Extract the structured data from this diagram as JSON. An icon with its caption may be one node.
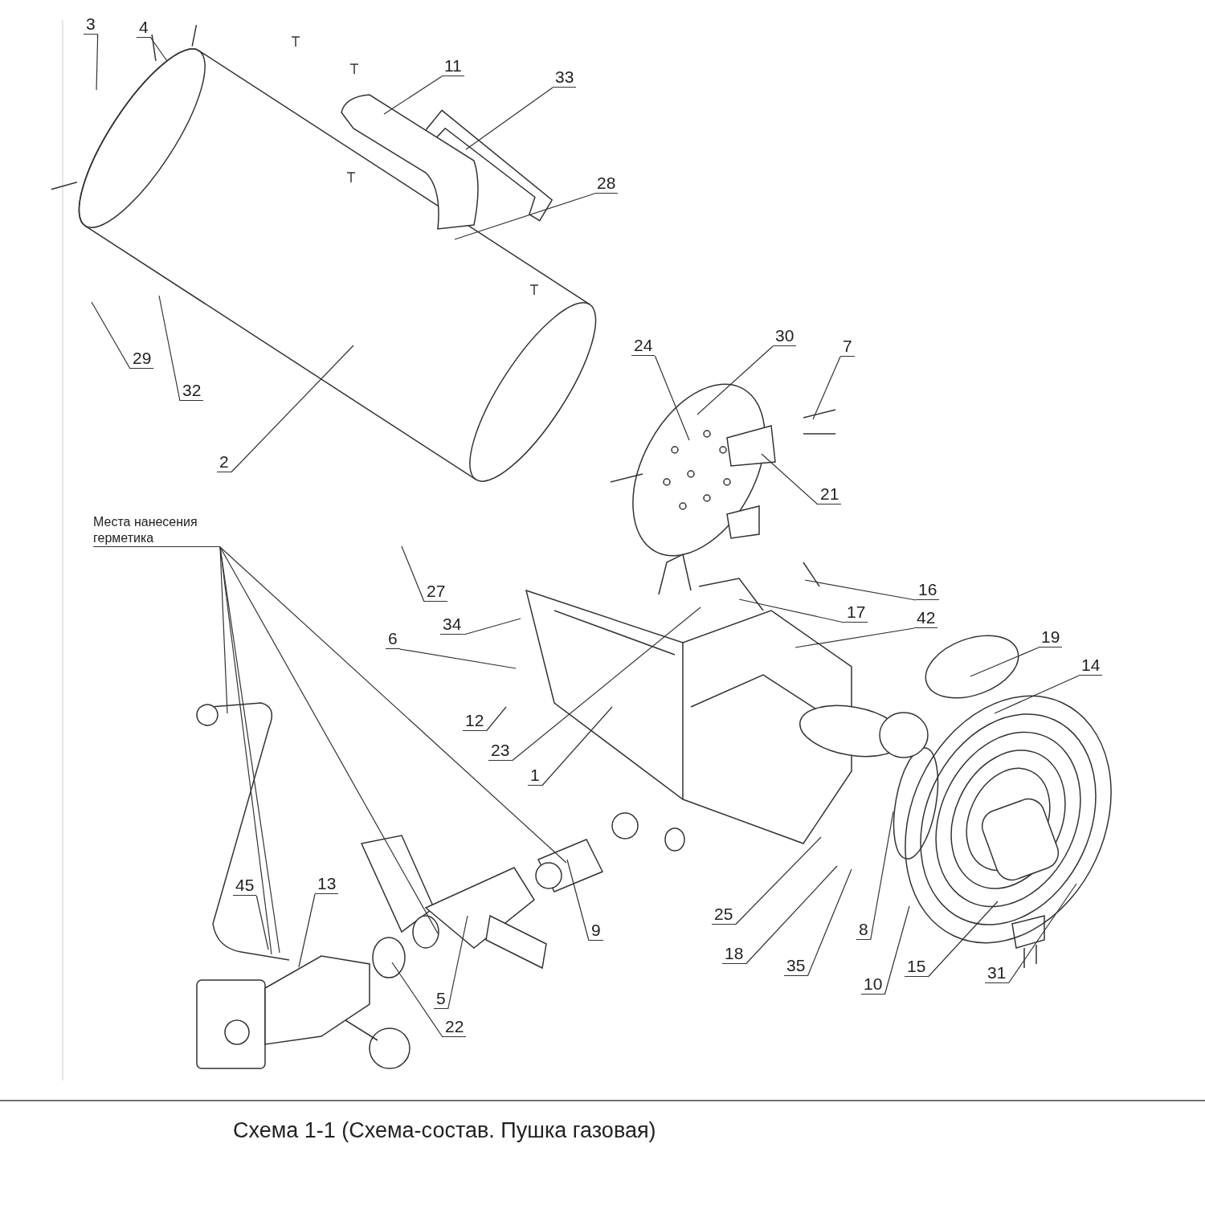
{
  "diagram": {
    "caption": "Схема 1-1 (Схема-состав. Пушка газовая)",
    "nodes": [
      {
        "text": [
          "Места нанесения герметика"
        ]
      },
      {
        "text": [
          "3"
        ]
      },
      {
        "text": [
          "4"
        ]
      },
      {
        "text": [
          "11"
        ]
      },
      {
        "text": [
          "33"
        ]
      },
      {
        "text": [
          "28"
        ]
      },
      {
        "text": [
          "24"
        ]
      },
      {
        "text": [
          "30"
        ]
      },
      {
        "text": [
          "7"
        ]
      },
      {
        "text": [
          "29"
        ]
      },
      {
        "text": [
          "32"
        ]
      },
      {
        "text": [
          "2"
        ]
      },
      {
        "text": [
          "21"
        ]
      },
      {
        "text": [
          "16"
        ]
      },
      {
        "text": [
          "27"
        ]
      },
      {
        "text": [
          "17"
        ]
      },
      {
        "text": [
          "42"
        ]
      },
      {
        "text": [
          "34"
        ]
      },
      {
        "text": [
          "6"
        ]
      },
      {
        "text": [
          "19"
        ]
      },
      {
        "text": [
          "14"
        ]
      },
      {
        "text": [
          "12"
        ]
      },
      {
        "text": [
          "23"
        ]
      },
      {
        "text": [
          "1"
        ]
      },
      {
        "text": [
          "45"
        ]
      },
      {
        "text": [
          "13"
        ]
      },
      {
        "text": [
          "25"
        ]
      },
      {
        "text": [
          "9"
        ]
      },
      {
        "text": [
          "8"
        ]
      },
      {
        "text": [
          "18"
        ]
      },
      {
        "text": [
          "35"
        ]
      },
      {
        "text": [
          "15"
        ]
      },
      {
        "text": [
          "31"
        ]
      },
      {
        "text": [
          "10"
        ]
      },
      {
        "text": [
          "5"
        ]
      },
      {
        "text": [
          "22"
        ]
      }
    ],
    "edges": [
      {
        "from": 0,
        "to": null,
        "arrow": "none"
      },
      {
        "from": 0,
        "to": null,
        "arrow": "none"
      },
      {
        "from": 0,
        "to": null,
        "arrow": "none"
      },
      {
        "from": 0,
        "to": null,
        "arrow": "none"
      },
      {
        "from": 0,
        "to": null,
        "arrow": "none"
      },
      {
        "from": 1,
        "to": null,
        "arrow": "none"
      },
      {
        "from": 2,
        "to": null,
        "arrow": "none"
      },
      {
        "from": 3,
        "to": null,
        "arrow": "none"
      },
      {
        "from": 4,
        "to": null,
        "arrow": "none"
      },
      {
        "from": 5,
        "to": null,
        "arrow": "none"
      },
      {
        "from": 6,
        "to": null,
        "arrow": "none"
      },
      {
        "from": 7,
        "to": null,
        "arrow": "none"
      },
      {
        "from": 8,
        "to": null,
        "arrow": "none"
      },
      {
        "from": 9,
        "to": null,
        "arrow": "none"
      },
      {
        "from": 10,
        "to": null,
        "arrow": "none"
      },
      {
        "from": 11,
        "to": null,
        "arrow": "none"
      },
      {
        "from": 12,
        "to": null,
        "arrow": "none"
      },
      {
        "from": 13,
        "to": null,
        "arrow": "none"
      },
      {
        "from": 14,
        "to": null,
        "arrow": "none"
      },
      {
        "from": 15,
        "to": null,
        "arrow": "none"
      },
      {
        "from": 16,
        "to": null,
        "arrow": "none"
      },
      {
        "from": 17,
        "to": null,
        "arrow": "none"
      },
      {
        "from": 18,
        "to": null,
        "arrow": "none"
      },
      {
        "from": 19,
        "to": null,
        "arrow": "none"
      },
      {
        "from": 20,
        "to": null,
        "arrow": "none"
      },
      {
        "from": 21,
        "to": null,
        "arrow": "none"
      },
      {
        "from": 22,
        "to": null,
        "arrow": "none"
      },
      {
        "from": 23,
        "to": null,
        "arrow": "none"
      },
      {
        "from": 24,
        "to": null,
        "arrow": "none"
      },
      {
        "from": 25,
        "to": null,
        "arrow": "none"
      },
      {
        "from": 26,
        "to": null,
        "arrow": "none"
      },
      {
        "from": 27,
        "to": null,
        "arrow": "none"
      },
      {
        "from": 28,
        "to": null,
        "arrow": "none"
      },
      {
        "from": 29,
        "to": null,
        "arrow": "none"
      },
      {
        "from": 30,
        "to": null,
        "arrow": "none"
      },
      {
        "from": 31,
        "to": null,
        "arrow": "none"
      },
      {
        "from": 32,
        "to": null,
        "arrow": "none"
      },
      {
        "from": 33,
        "to": null,
        "arrow": "none"
      },
      {
        "from": 34,
        "to": null,
        "arrow": "none"
      },
      {
        "from": 35,
        "to": null,
        "arrow": "none"
      }
    ]
  }
}
